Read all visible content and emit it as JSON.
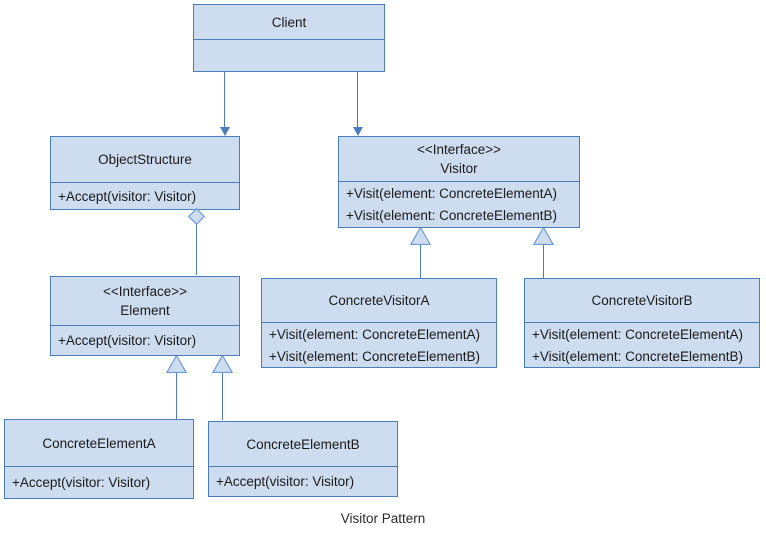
{
  "diagram": {
    "caption": "Visitor Pattern",
    "colors": {
      "box_fill": "#cddcee",
      "box_border": "#4a7ebb",
      "connector": "#4a7ebb",
      "text": "#1a1a1a",
      "background": "#ffffff"
    },
    "classes": [
      {
        "id": "client",
        "stereotype": "",
        "name": "Client",
        "members": []
      },
      {
        "id": "object-structure",
        "stereotype": "",
        "name": "ObjectStructure",
        "members": [
          "+Accept(visitor: Visitor)"
        ]
      },
      {
        "id": "visitor",
        "stereotype": "<<Interface>>",
        "name": "Visitor",
        "members": [
          "+Visit(element: ConcreteElementA)",
          "+Visit(element: ConcreteElementB)"
        ]
      },
      {
        "id": "element",
        "stereotype": "<<Interface>>",
        "name": "Element",
        "members": [
          "+Accept(visitor: Visitor)"
        ]
      },
      {
        "id": "concrete-visitor-a",
        "stereotype": "",
        "name": "ConcreteVisitorA",
        "members": [
          "+Visit(element: ConcreteElementA)",
          "+Visit(element: ConcreteElementB)"
        ]
      },
      {
        "id": "concrete-visitor-b",
        "stereotype": "",
        "name": "ConcreteVisitorB",
        "members": [
          "+Visit(element: ConcreteElementA)",
          "+Visit(element: ConcreteElementB)"
        ]
      },
      {
        "id": "concrete-element-a",
        "stereotype": "",
        "name": "ConcreteElementA",
        "members": [
          "+Accept(visitor: Visitor)"
        ]
      },
      {
        "id": "concrete-element-b",
        "stereotype": "",
        "name": "ConcreteElementB",
        "members": [
          "+Accept(visitor: Visitor)"
        ]
      }
    ],
    "relationships": [
      {
        "id": "client-to-object-structure",
        "type": "association",
        "from": "Client",
        "to": "ObjectStructure"
      },
      {
        "id": "client-to-visitor",
        "type": "association",
        "from": "Client",
        "to": "Visitor"
      },
      {
        "id": "object-structure-to-element",
        "type": "aggregation",
        "from": "ObjectStructure",
        "to": "Element"
      },
      {
        "id": "concrete-element-a-to-element",
        "type": "realization",
        "from": "ConcreteElementA",
        "to": "Element"
      },
      {
        "id": "concrete-element-b-to-element",
        "type": "realization",
        "from": "ConcreteElementB",
        "to": "Element"
      },
      {
        "id": "concrete-visitor-a-to-visitor",
        "type": "realization",
        "from": "ConcreteVisitorA",
        "to": "Visitor"
      },
      {
        "id": "concrete-visitor-b-to-visitor",
        "type": "realization",
        "from": "ConcreteVisitorB",
        "to": "Visitor"
      }
    ]
  }
}
